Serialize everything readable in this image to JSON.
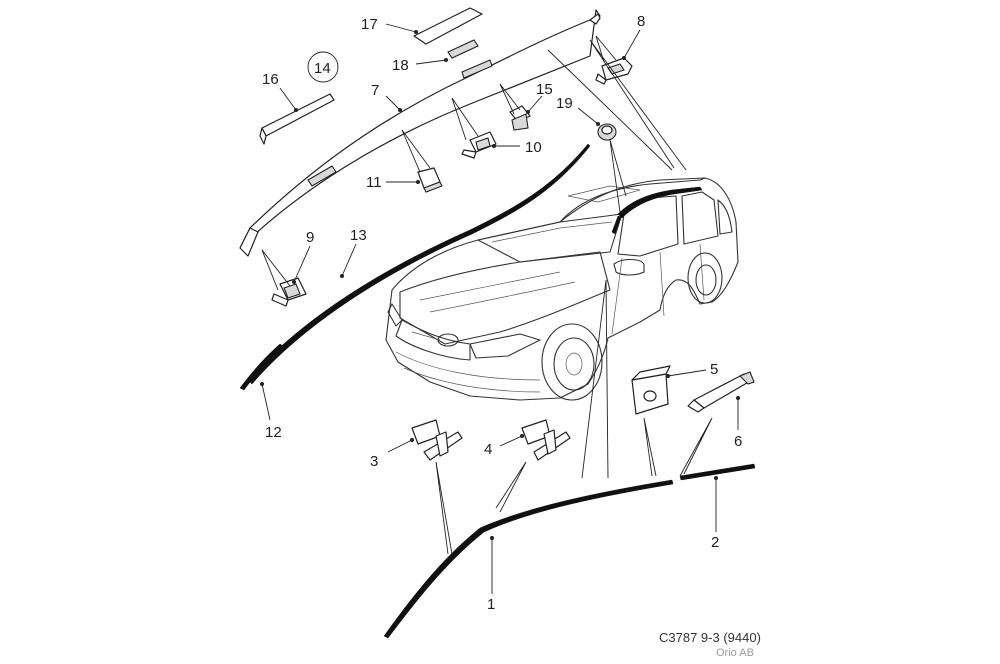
{
  "diagram": {
    "callouts": [
      "1",
      "2",
      "3",
      "4",
      "5",
      "6",
      "7",
      "8",
      "9",
      "10",
      "11",
      "12",
      "13",
      "14",
      "15",
      "16",
      "17",
      "18",
      "19"
    ],
    "drawing_code": "C3787 9-3 (9440)",
    "company": "Orio AB"
  }
}
